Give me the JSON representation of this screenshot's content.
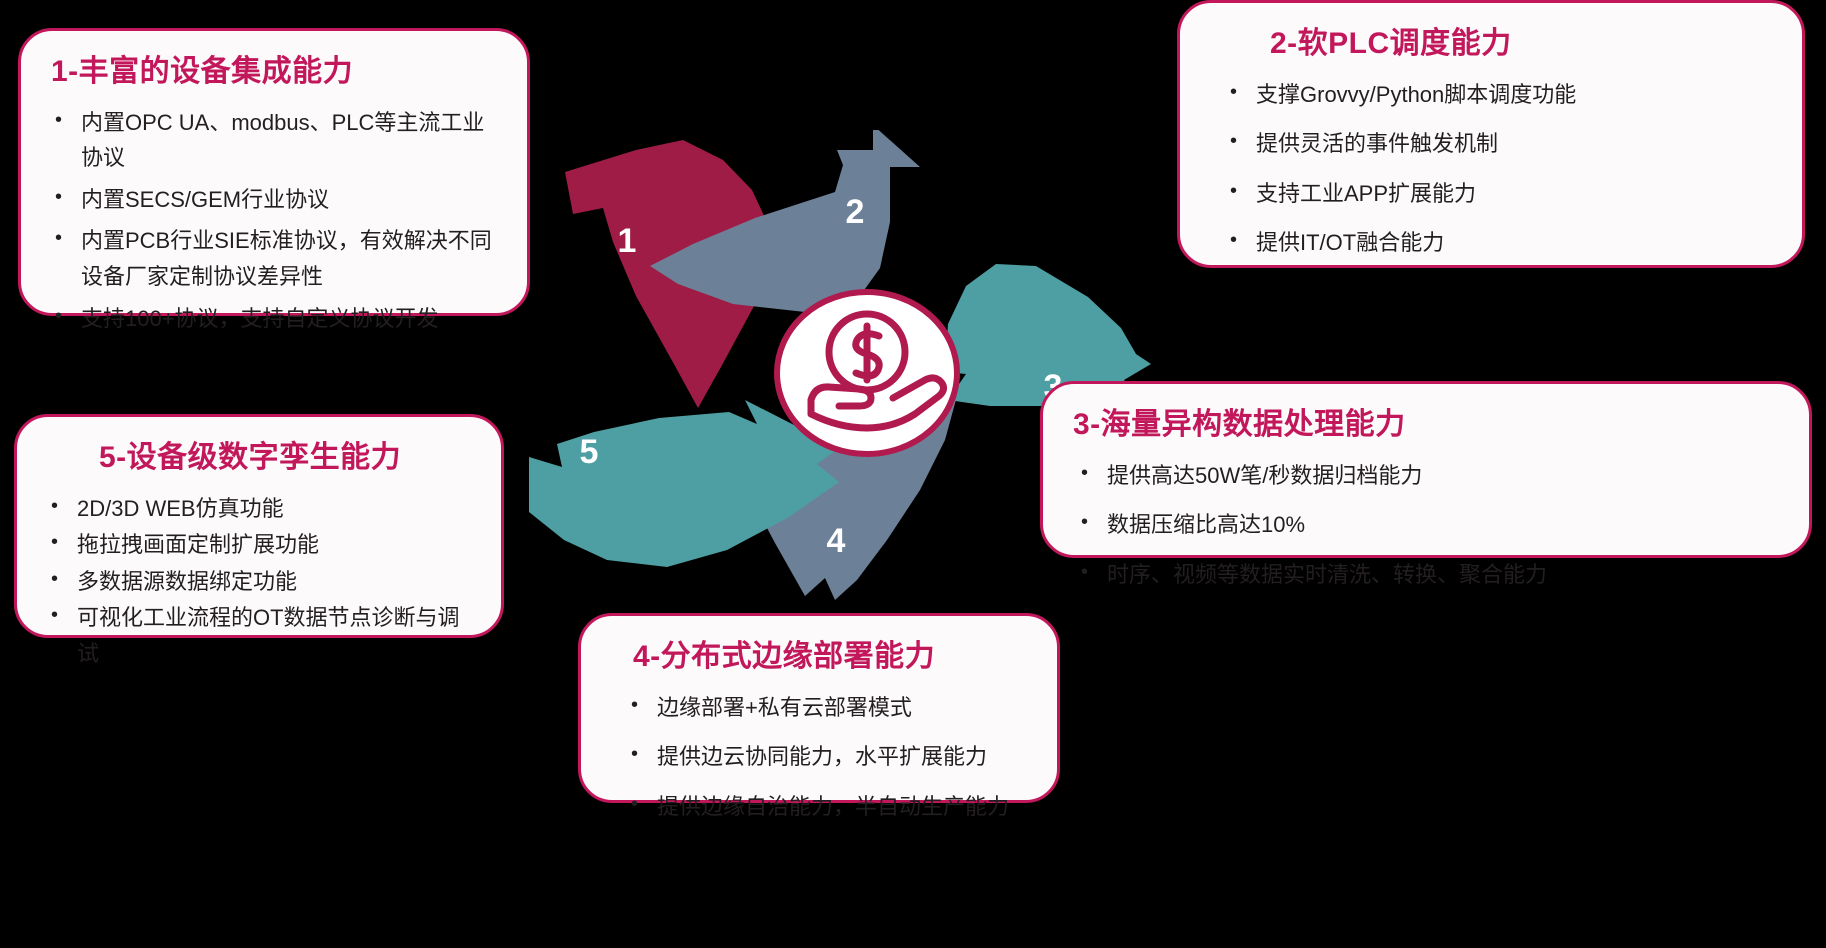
{
  "theme": {
    "background": "#000000",
    "card_bg": "#FCFAFB",
    "card_border": "#C2185B",
    "title_color": "#C2185B",
    "body_color": "#231F20",
    "petal_crimson": "#9E1C46",
    "petal_slate": "#6C8097",
    "petal_teal": "#4E9FA3",
    "center_ring": "#B01A4E"
  },
  "center": {
    "icon": "hand-holding-coin-icon"
  },
  "pinwheel": {
    "petals": [
      {
        "number": "1",
        "color": "#9E1C46"
      },
      {
        "number": "2",
        "color": "#6C8097"
      },
      {
        "number": "3",
        "color": "#4E9FA3"
      },
      {
        "number": "4",
        "color": "#6C8097"
      },
      {
        "number": "5",
        "color": "#4E9FA3"
      }
    ]
  },
  "cards": [
    {
      "id": "card1",
      "number": "1",
      "title": "1-丰富的设备集成能力",
      "bullets": [
        "内置OPC UA、modbus、PLC等主流工业协议",
        "内置SECS/GEM行业协议",
        "内置PCB行业SIE标准协议，有效解决不同设备厂家定制协议差异性",
        "支持100+协议，支持自定义协议开发"
      ]
    },
    {
      "id": "card2",
      "number": "2",
      "title": "2-软PLC调度能力",
      "bullets": [
        "支撑Grovvy/Python脚本调度功能",
        "提供灵活的事件触发机制",
        "支持工业APP扩展能力",
        "提供IT/OT融合能力"
      ]
    },
    {
      "id": "card3",
      "number": "3",
      "title": "3-海量异构数据处理能力",
      "bullets": [
        "提供高达50W笔/秒数据归档能力",
        "数据压缩比高达10%",
        "时序、视频等数据实时清洗、转换、聚合能力"
      ]
    },
    {
      "id": "card4",
      "number": "4",
      "title": "4-分布式边缘部署能力",
      "bullets": [
        "边缘部署+私有云部署模式",
        "提供边云协同能力，水平扩展能力",
        "提供边缘自治能力，半自动生产能力"
      ]
    },
    {
      "id": "card5",
      "number": "5",
      "title": "5-设备级数字孪生能力",
      "bullets": [
        "2D/3D WEB仿真功能",
        "拖拉拽画面定制扩展功能",
        "多数据源数据绑定功能",
        "可视化工业流程的OT数据节点诊断与调试"
      ]
    }
  ]
}
